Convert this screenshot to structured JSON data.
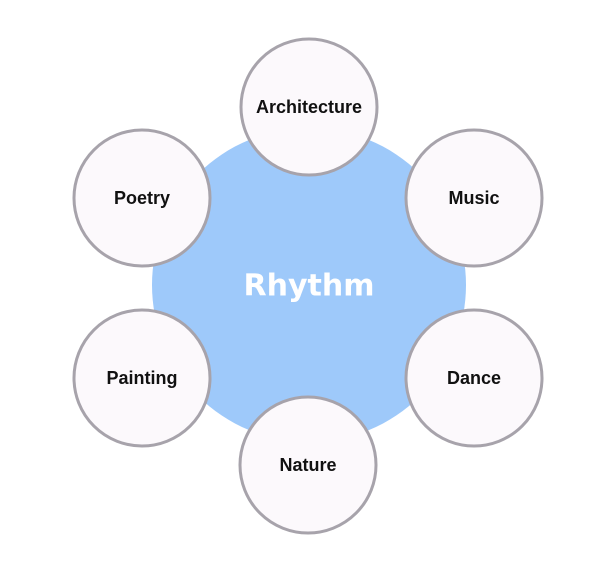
{
  "center": {
    "label": "Rhythm"
  },
  "nodes": [
    {
      "label": "Architecture"
    },
    {
      "label": "Music"
    },
    {
      "label": "Dance"
    },
    {
      "label": "Nature"
    },
    {
      "label": "Painting"
    },
    {
      "label": "Poetry"
    }
  ],
  "colors": {
    "center_fill": "#9ec9fa",
    "center_text": "#ffffff",
    "node_fill": "#fcf9fc",
    "node_stroke": "#a7a3ab",
    "node_text": "#111111"
  }
}
